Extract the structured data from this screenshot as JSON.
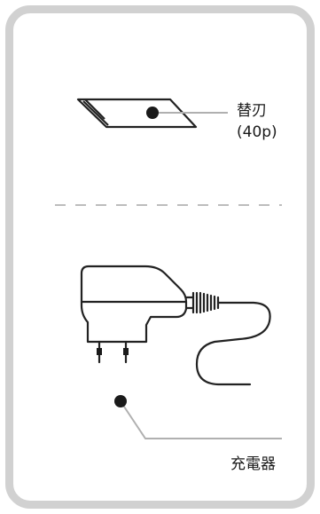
{
  "items": [
    {
      "name": "替刃",
      "qty": "(40p)"
    },
    {
      "name": "充電器"
    }
  ],
  "colors": {
    "card_border": "#d1d1d1",
    "line_art": "#222222",
    "leader_line": "#b0b0b0",
    "divider": "#bdbdbd",
    "dot": "#1a1a1a"
  }
}
